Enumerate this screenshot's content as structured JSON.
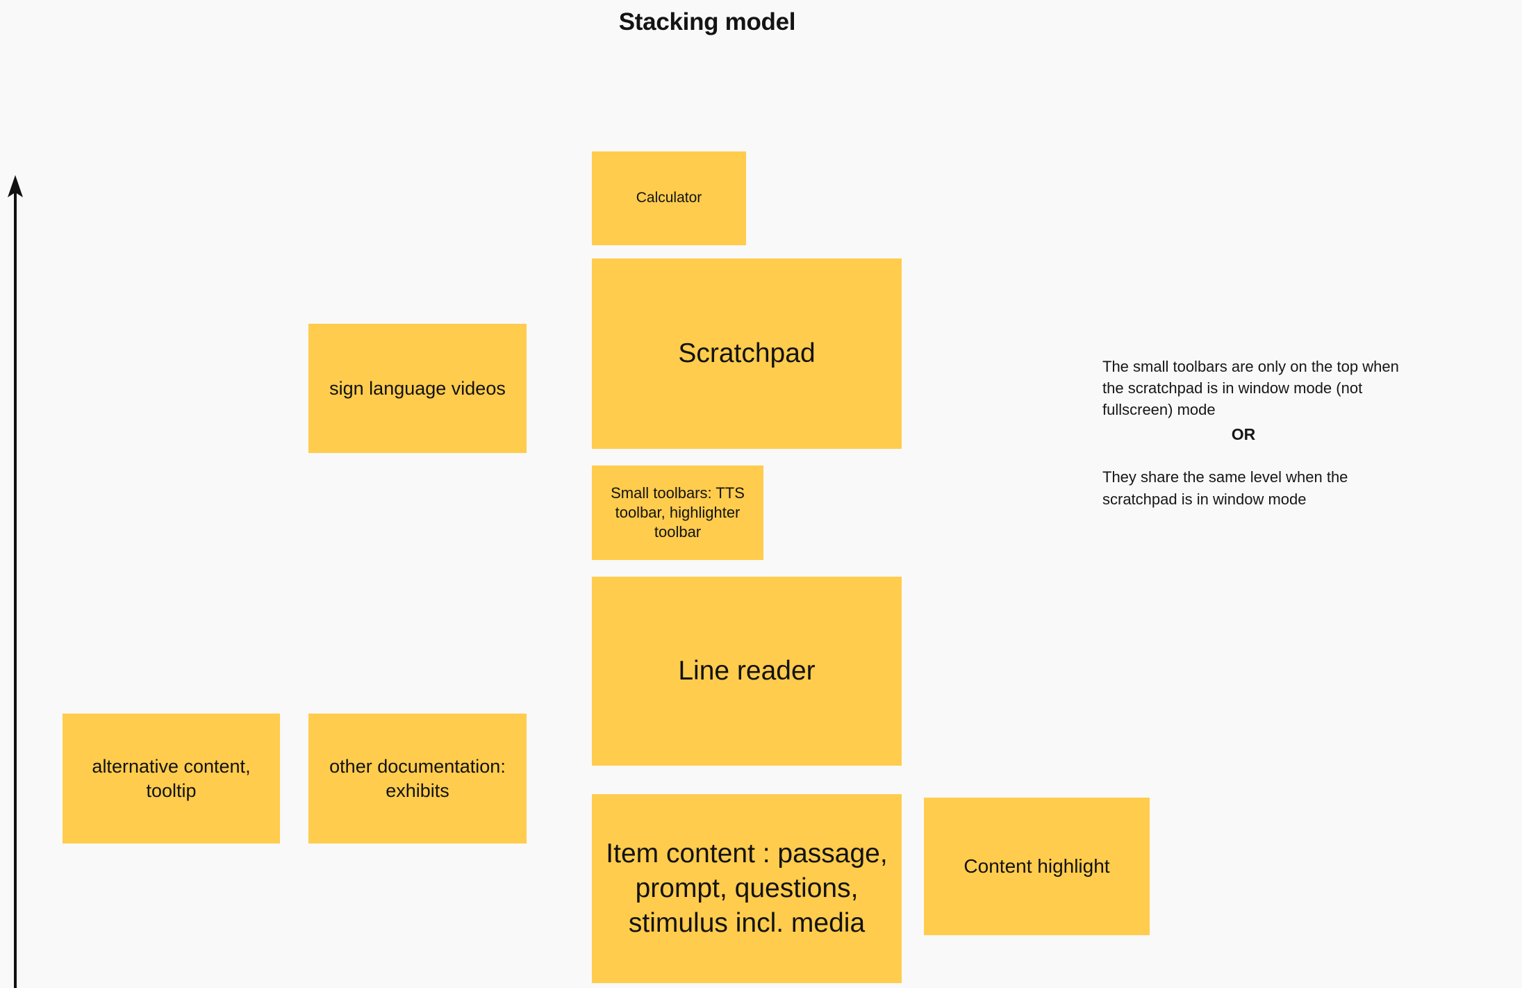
{
  "page": {
    "title": "Stacking model",
    "background_color": "#f9f9f9",
    "node_color": "#ffcc4d",
    "text_color": "#121212"
  },
  "axis": {
    "name": "z-order-axis",
    "direction": "up",
    "description": "vertical arrow pointing up indicating increasing stacking order"
  },
  "nodes": [
    {
      "id": "calculator",
      "label": "Calculator"
    },
    {
      "id": "scratchpad",
      "label": "Scratchpad"
    },
    {
      "id": "small-toolbars",
      "label": "Small toolbars: TTS toolbar, highlighter toolbar"
    },
    {
      "id": "line-reader",
      "label": "Line reader"
    },
    {
      "id": "item-content",
      "label": "Item content : passage, prompt, questions, stimulus incl. media"
    },
    {
      "id": "sign-language",
      "label": "sign language videos"
    },
    {
      "id": "alternative-content",
      "label": "alternative content, tooltip"
    },
    {
      "id": "other-documentation",
      "label": "other documentation: exhibits"
    },
    {
      "id": "content-highlight",
      "label": "Content highlight"
    }
  ],
  "annotation": {
    "paragraph_one": "The small toolbars are only on the top when the scratchpad is in window mode (not fullscreen) mode",
    "or_label": "OR",
    "paragraph_two": "They share the same level when the scratchpad is in window mode"
  }
}
